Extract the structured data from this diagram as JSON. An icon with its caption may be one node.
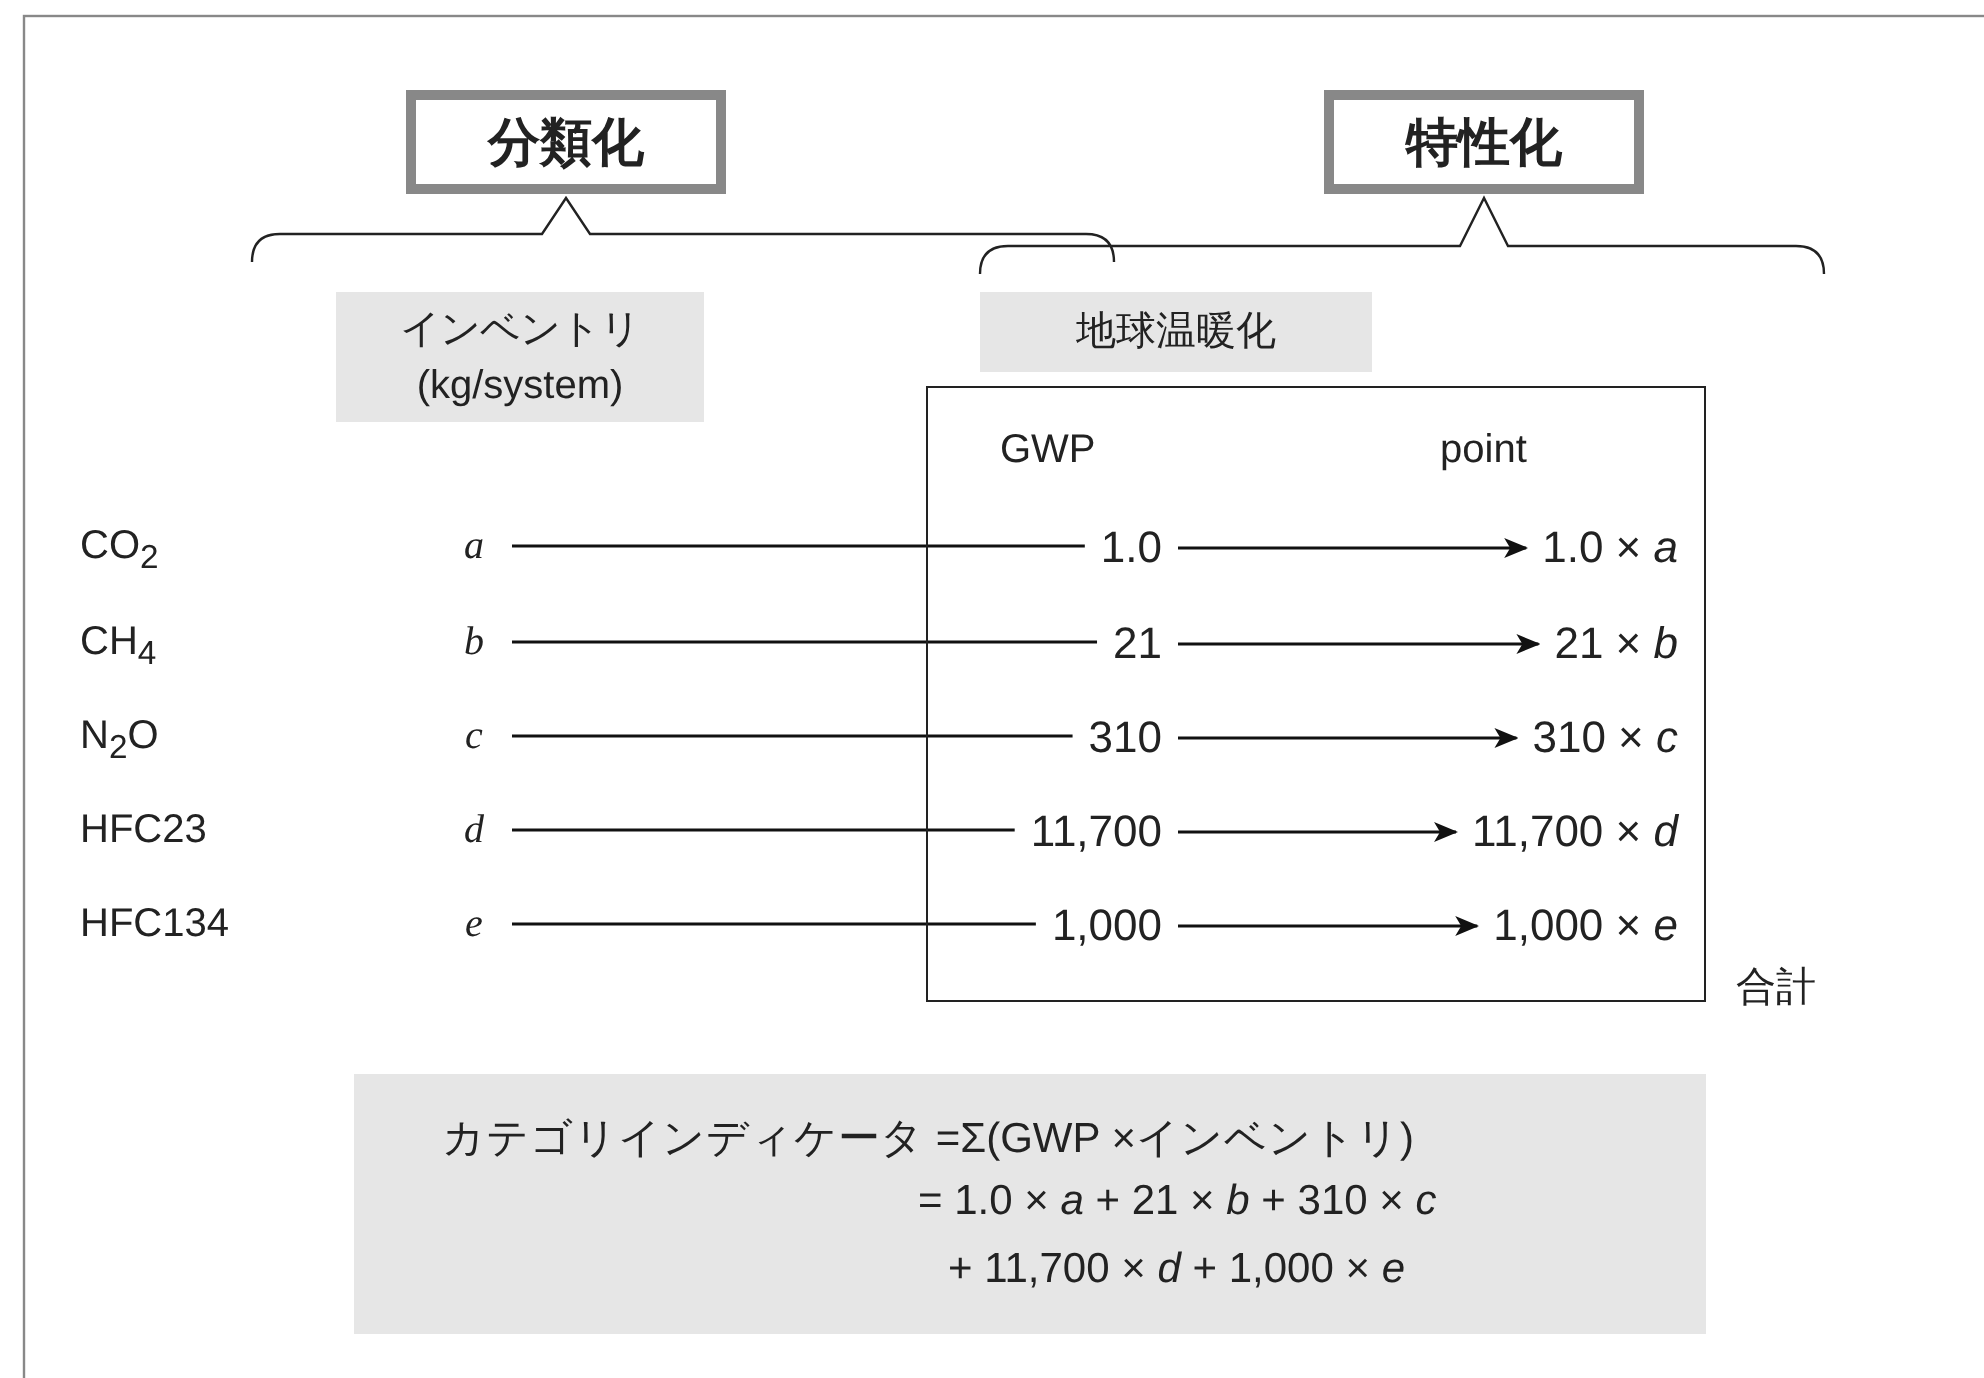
{
  "diagram": {
    "nodes": [
      {
        "text": [
          "分類化"
        ]
      },
      {
        "text": [
          "特性化"
        ]
      },
      {
        "text": [
          "インベントリ (kg/system)"
        ]
      },
      {
        "text": [
          "地球温暖化"
        ]
      },
      {
        "text": [
          "GWP",
          "point"
        ],
        "beside": [
          "合計"
        ]
      },
      {
        "text": [
          "a"
        ]
      },
      {
        "text": [
          "b"
        ]
      },
      {
        "text": [
          "c"
        ]
      },
      {
        "text": [
          "d"
        ]
      },
      {
        "text": [
          "e"
        ]
      },
      {
        "text": [
          "1.0"
        ],
        "in": 4
      },
      {
        "text": [
          "21"
        ],
        "in": 4
      },
      {
        "text": [
          "310"
        ],
        "in": 4
      },
      {
        "text": [
          "11,700"
        ],
        "in": 4
      },
      {
        "text": [
          "1,000"
        ],
        "in": 4
      },
      {
        "text": [
          "1.0 × *a*"
        ],
        "in": 4
      },
      {
        "text": [
          "21 × *b*"
        ],
        "in": 4
      },
      {
        "text": [
          "310 × *c*"
        ],
        "in": 4
      },
      {
        "text": [
          "11,700 × *d*"
        ],
        "in": 4
      },
      {
        "text": [
          "1,000 × *e*"
        ],
        "in": 4
      },
      {
        "text": [
          "カテゴリインディケータ =Σ(GWP ×インベントリ)",
          "= 1.0 × *a* + 21 × *b* + 310 × *c*",
          "+ 11,700 × *d* + 1,000 × *e*"
        ]
      }
    ],
    "edges": [
      {
        "from": 5,
        "to": 10,
        "arrow": "none"
      },
      {
        "from": 10,
        "to": 15,
        "arrow": "to"
      },
      {
        "from": 6,
        "to": 11,
        "arrow": "none"
      },
      {
        "from": 11,
        "to": 16,
        "arrow": "to"
      },
      {
        "from": 7,
        "to": 12,
        "arrow": "none"
      },
      {
        "from": 12,
        "to": 17,
        "arrow": "to"
      },
      {
        "from": 8,
        "to": 13,
        "arrow": "none"
      },
      {
        "from": 13,
        "to": 18,
        "arrow": "to"
      },
      {
        "from": 9,
        "to": 14,
        "arrow": "none"
      },
      {
        "from": 14,
        "to": 19,
        "arrow": "to"
      }
    ],
    "labels": [
      "CO$_{2}$",
      "CH$_{4}$",
      "N$_{2}$O",
      "HFC23",
      "HFC134"
    ]
  }
}
